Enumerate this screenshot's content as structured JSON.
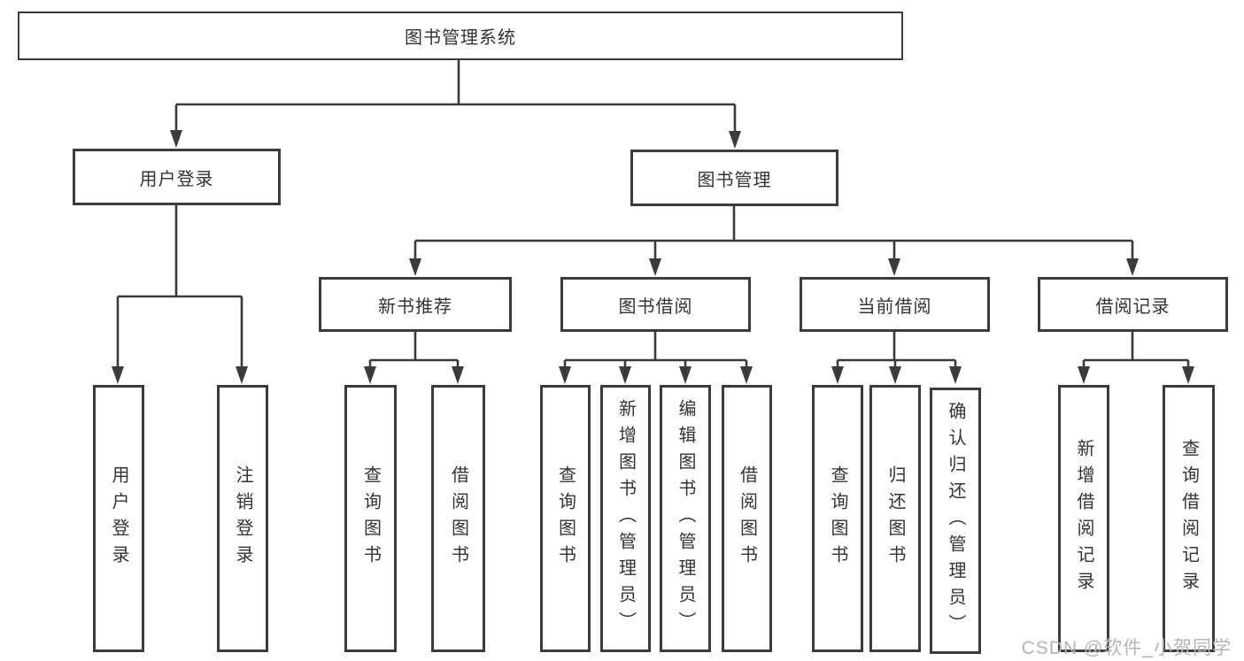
{
  "diagram_title": "图书管理系统",
  "nodes": {
    "root": {
      "label": "图书管理系统"
    },
    "userLogin": {
      "label": "用户登录"
    },
    "bookMgmt": {
      "label": "图书管理"
    },
    "newBooks": {
      "label": "新书推荐"
    },
    "bookBorrow": {
      "label": "图书借阅"
    },
    "currentBorrow": {
      "label": "当前借阅"
    },
    "borrowRecords": {
      "label": "借阅记录"
    },
    "leafUserLogin": {
      "label": "用户登录"
    },
    "leafLogout": {
      "label": "注销登录"
    },
    "leafQueryBooks1": {
      "label": "查询图书"
    },
    "leafBorrowBooks1": {
      "label": "借阅图书"
    },
    "leafQueryBooks2": {
      "label": "查询图书"
    },
    "leafAddBooks": {
      "label": "新增图书（管理员）"
    },
    "leafEditBooks": {
      "label": "编辑图书（管理员）"
    },
    "leafBorrowBooks2": {
      "label": "借阅图书"
    },
    "leafQueryBooks3": {
      "label": "查询图书"
    },
    "leafReturnBooks": {
      "label": "归还图书"
    },
    "leafConfirmReturn": {
      "label": "确认归还（管理员）"
    },
    "leafAddRecord": {
      "label": "新增借阅记录"
    },
    "leafQueryRecord": {
      "label": "查询借阅记录"
    }
  },
  "hierarchy": {
    "图书管理系统": {
      "用户登录": [
        "用户登录",
        "注销登录"
      ],
      "图书管理": {
        "新书推荐": [
          "查询图书",
          "借阅图书"
        ],
        "图书借阅": [
          "查询图书",
          "新增图书（管理员）",
          "编辑图书（管理员）",
          "借阅图书"
        ],
        "当前借阅": [
          "查询图书",
          "归还图书",
          "确认归还（管理员）"
        ],
        "借阅记录": [
          "新增借阅记录",
          "查询借阅记录"
        ]
      }
    }
  },
  "watermark": "CSDN @软件_小贺同学",
  "colors": {
    "line": "#3b3b3b",
    "text": "#333333",
    "watermark": "#b5b5b5",
    "background": "#ffffff"
  }
}
